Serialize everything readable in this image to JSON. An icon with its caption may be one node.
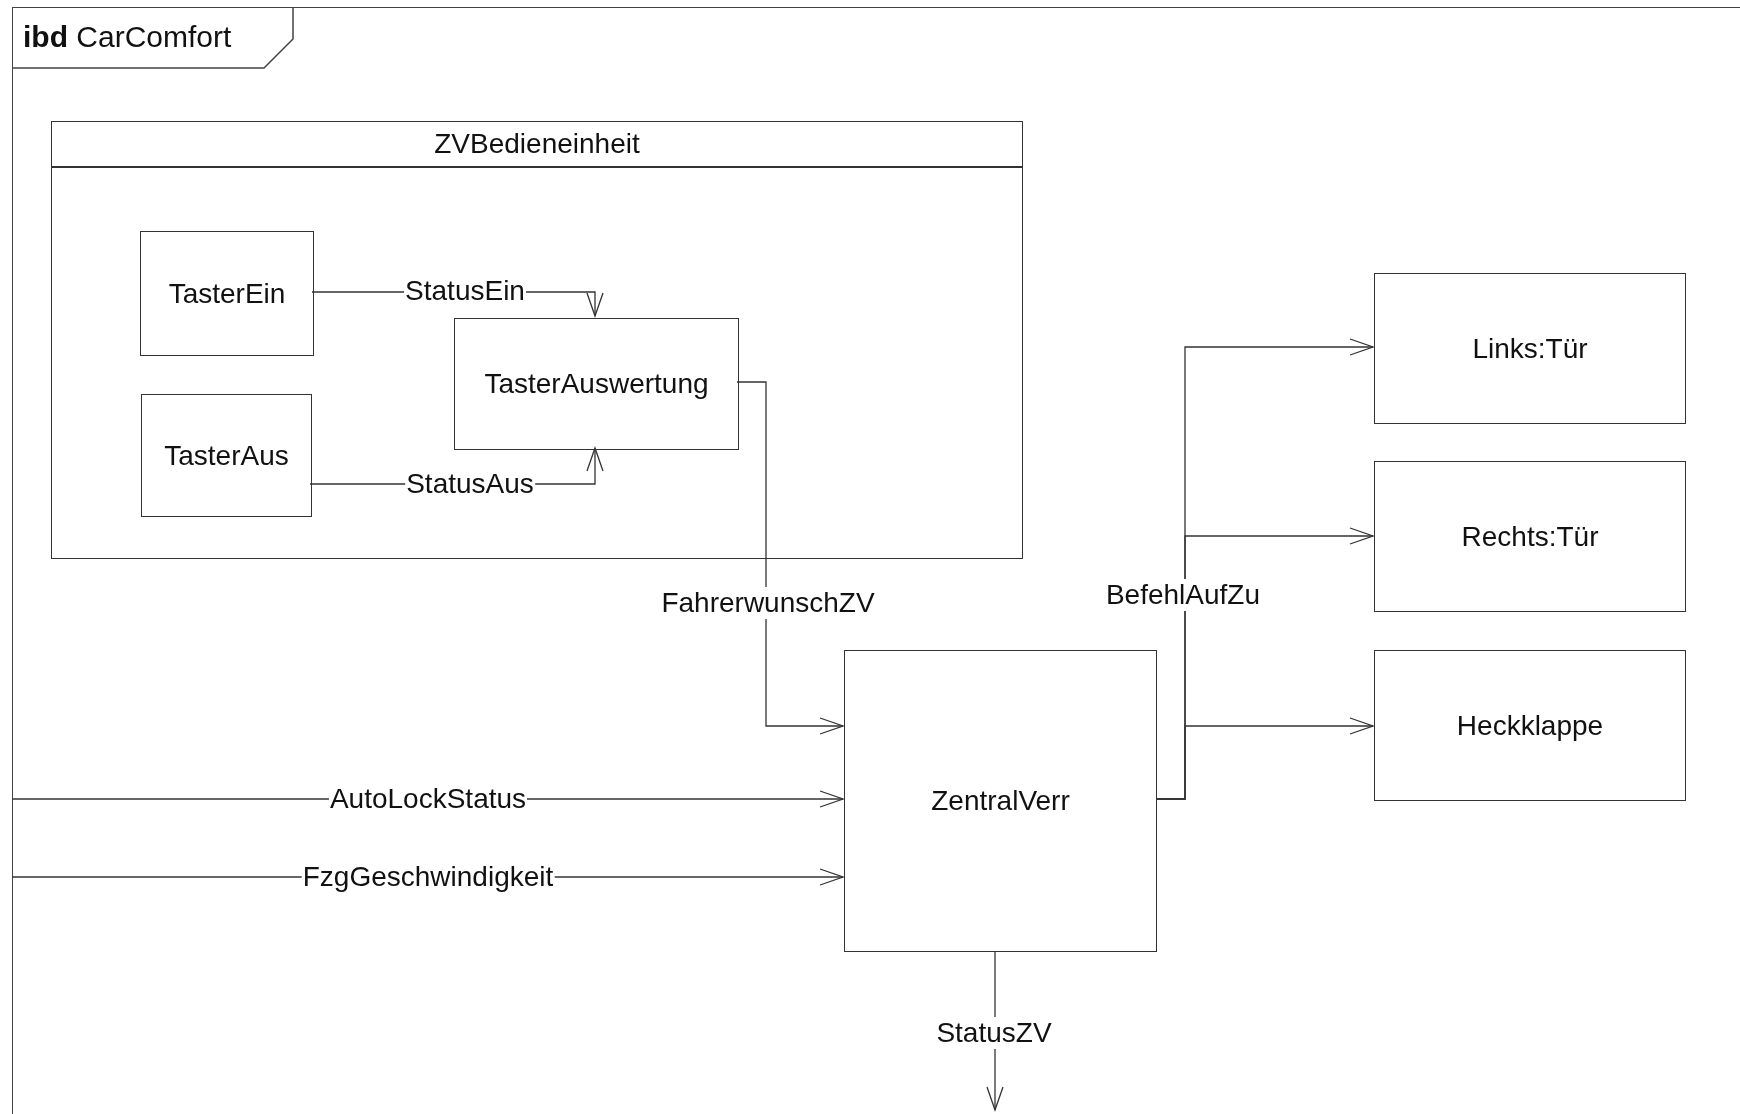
{
  "diagram": {
    "nodes": [
      {
        "text": [
          "**ibd** CarComfort"
        ]
      },
      {
        "text": [
          "ZVBedieneinheit"
        ],
        "in": 0
      },
      {
        "text": [
          "TasterEin"
        ],
        "in": 1
      },
      {
        "text": [
          "TasterAus"
        ],
        "in": 1
      },
      {
        "text": [
          "TasterAuswertung"
        ],
        "in": 1
      },
      {
        "text": [
          "ZentralVerr"
        ],
        "in": 0
      },
      {
        "text": [
          "Links:Tür"
        ],
        "in": 0
      },
      {
        "text": [
          "Rechts:Tür"
        ],
        "in": 0
      },
      {
        "text": [
          "Heckklappe"
        ],
        "in": 0
      }
    ],
    "edges": [
      {
        "from": 2,
        "to": 4,
        "arrow": "to",
        "label": "StatusEin"
      },
      {
        "from": 3,
        "to": 4,
        "arrow": "to",
        "label": "StatusAus"
      },
      {
        "from": 4,
        "to": 5,
        "arrow": "to",
        "label": "FahrerwunschZV"
      },
      {
        "from": null,
        "to": 5,
        "arrow": "to",
        "label": "AutoLockStatus"
      },
      {
        "from": null,
        "to": 5,
        "arrow": "to",
        "label": "FzgGeschwindigkeit"
      },
      {
        "from": 5,
        "to": 6,
        "arrow": "to",
        "label": "BefehlAufZu"
      },
      {
        "from": 5,
        "to": 7,
        "arrow": "to"
      },
      {
        "from": 5,
        "to": 8,
        "arrow": "to"
      },
      {
        "from": 5,
        "to": null,
        "arrow": "to",
        "label": "StatusZV"
      }
    ]
  }
}
